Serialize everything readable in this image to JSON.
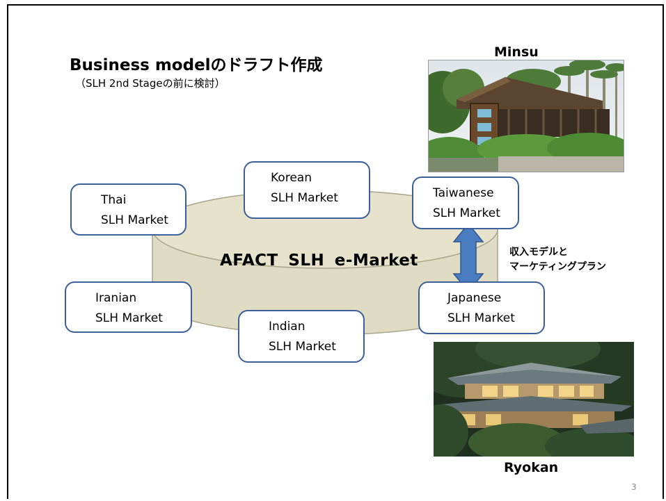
{
  "slide": {
    "title": "Business modelのドラフト作成",
    "subtitle": "（SLH 2nd Stageの前に検討）",
    "center_label": "AFACT  SLH  e-Market",
    "arrow_label_line1": "収入モデルと",
    "arrow_label_line2": "マーケティングプラン",
    "page_number": "3"
  },
  "markets": [
    {
      "line1": "Thai",
      "line2": "SLH Market"
    },
    {
      "line1": "Korean",
      "line2": "SLH Market"
    },
    {
      "line1": "Taiwanese",
      "line2": "SLH Market"
    },
    {
      "line1": "Iranian",
      "line2": "SLH Market"
    },
    {
      "line1": "Indian",
      "line2": "SLH Market"
    },
    {
      "line1": "Japanese",
      "line2": "SLH Market"
    }
  ],
  "photos": {
    "minsu_label": "Minsu",
    "ryokan_label": "Ryokan"
  },
  "colors": {
    "cylinder_fill": "#e0dcc4",
    "box_border": "#3a5f9a",
    "arrow_fill": "#4a7cc0"
  }
}
